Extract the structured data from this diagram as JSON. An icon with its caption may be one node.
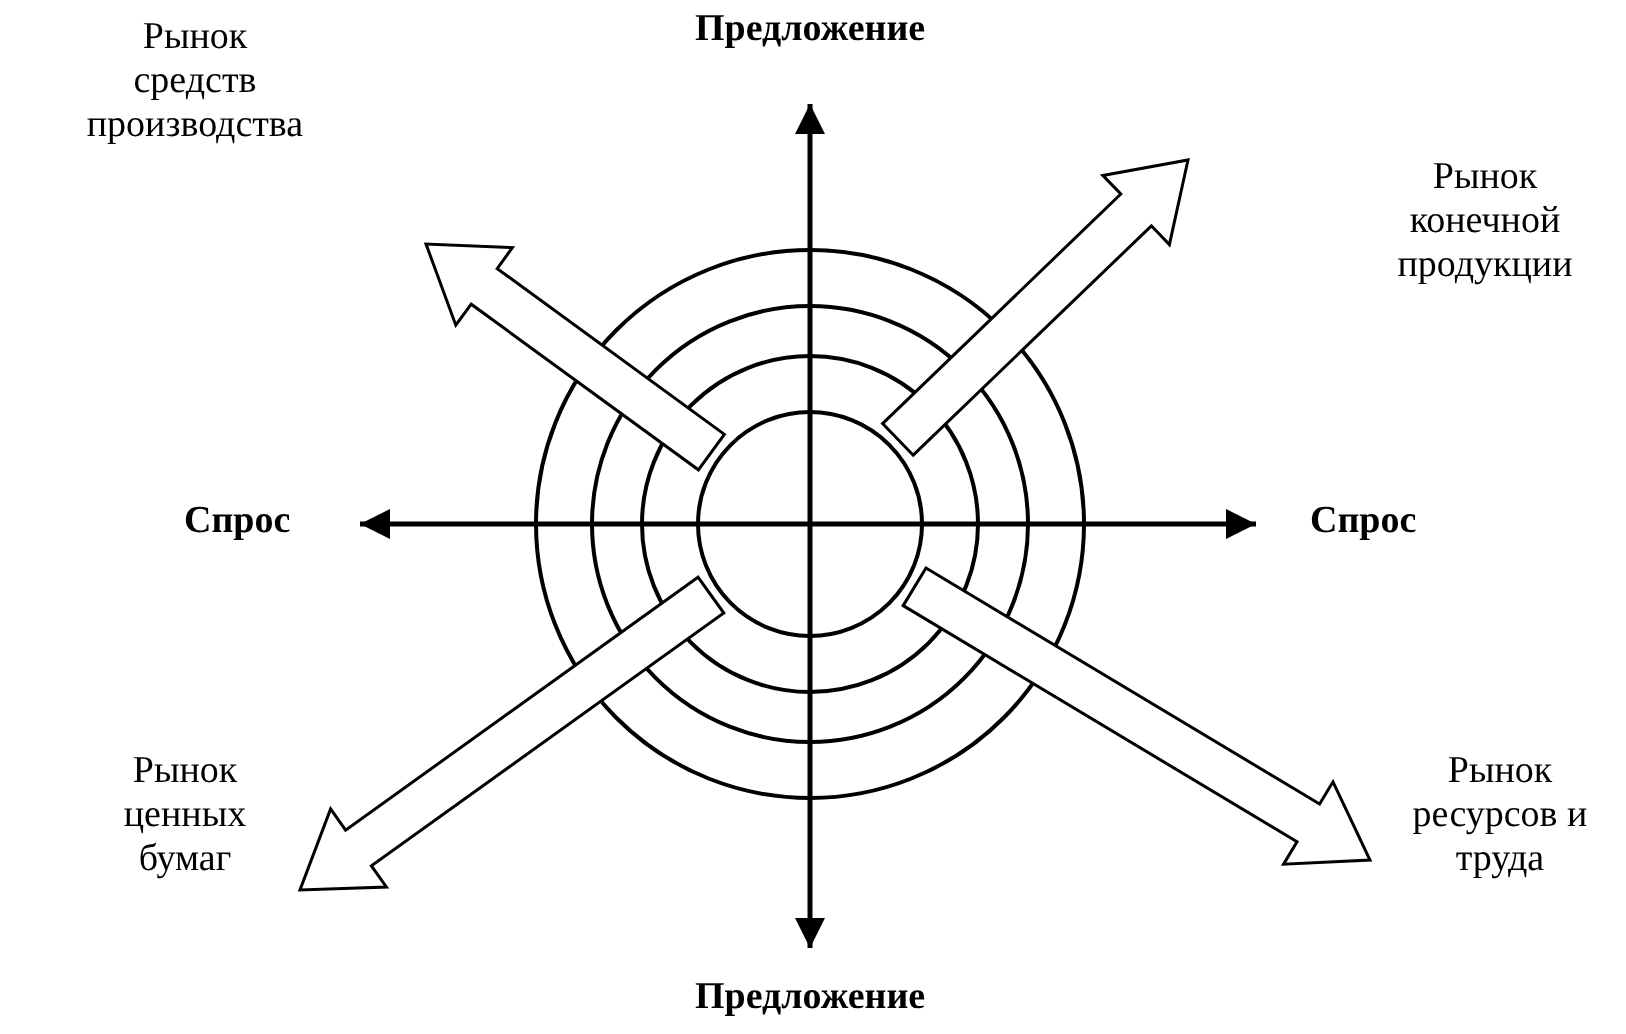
{
  "diagram": {
    "nodes": [
      {
        "text": [],
        "shape": "circle"
      },
      {
        "text": [],
        "shape": "circle",
        "in": 0
      },
      {
        "text": [],
        "shape": "circle",
        "in": 1
      },
      {
        "text": [],
        "shape": "circle",
        "in": 2
      },
      {
        "text": [
          "Рынок средств производства"
        ]
      },
      {
        "text": [
          "Рынок конечной продукции"
        ]
      },
      {
        "text": [
          "Рынок ценных бумаг"
        ]
      },
      {
        "text": [
          "Рынок ресурсов и труда"
        ]
      }
    ],
    "edges": [
      {
        "from": 3,
        "to": 4,
        "arrow": "to"
      },
      {
        "from": 3,
        "to": 5,
        "arrow": "to"
      },
      {
        "from": 3,
        "to": 6,
        "arrow": "to"
      },
      {
        "from": 3,
        "to": 7,
        "arrow": "to"
      }
    ],
    "labels": [
      "Предложение",
      "Спрос",
      "Спрос",
      "Предложение"
    ]
  }
}
